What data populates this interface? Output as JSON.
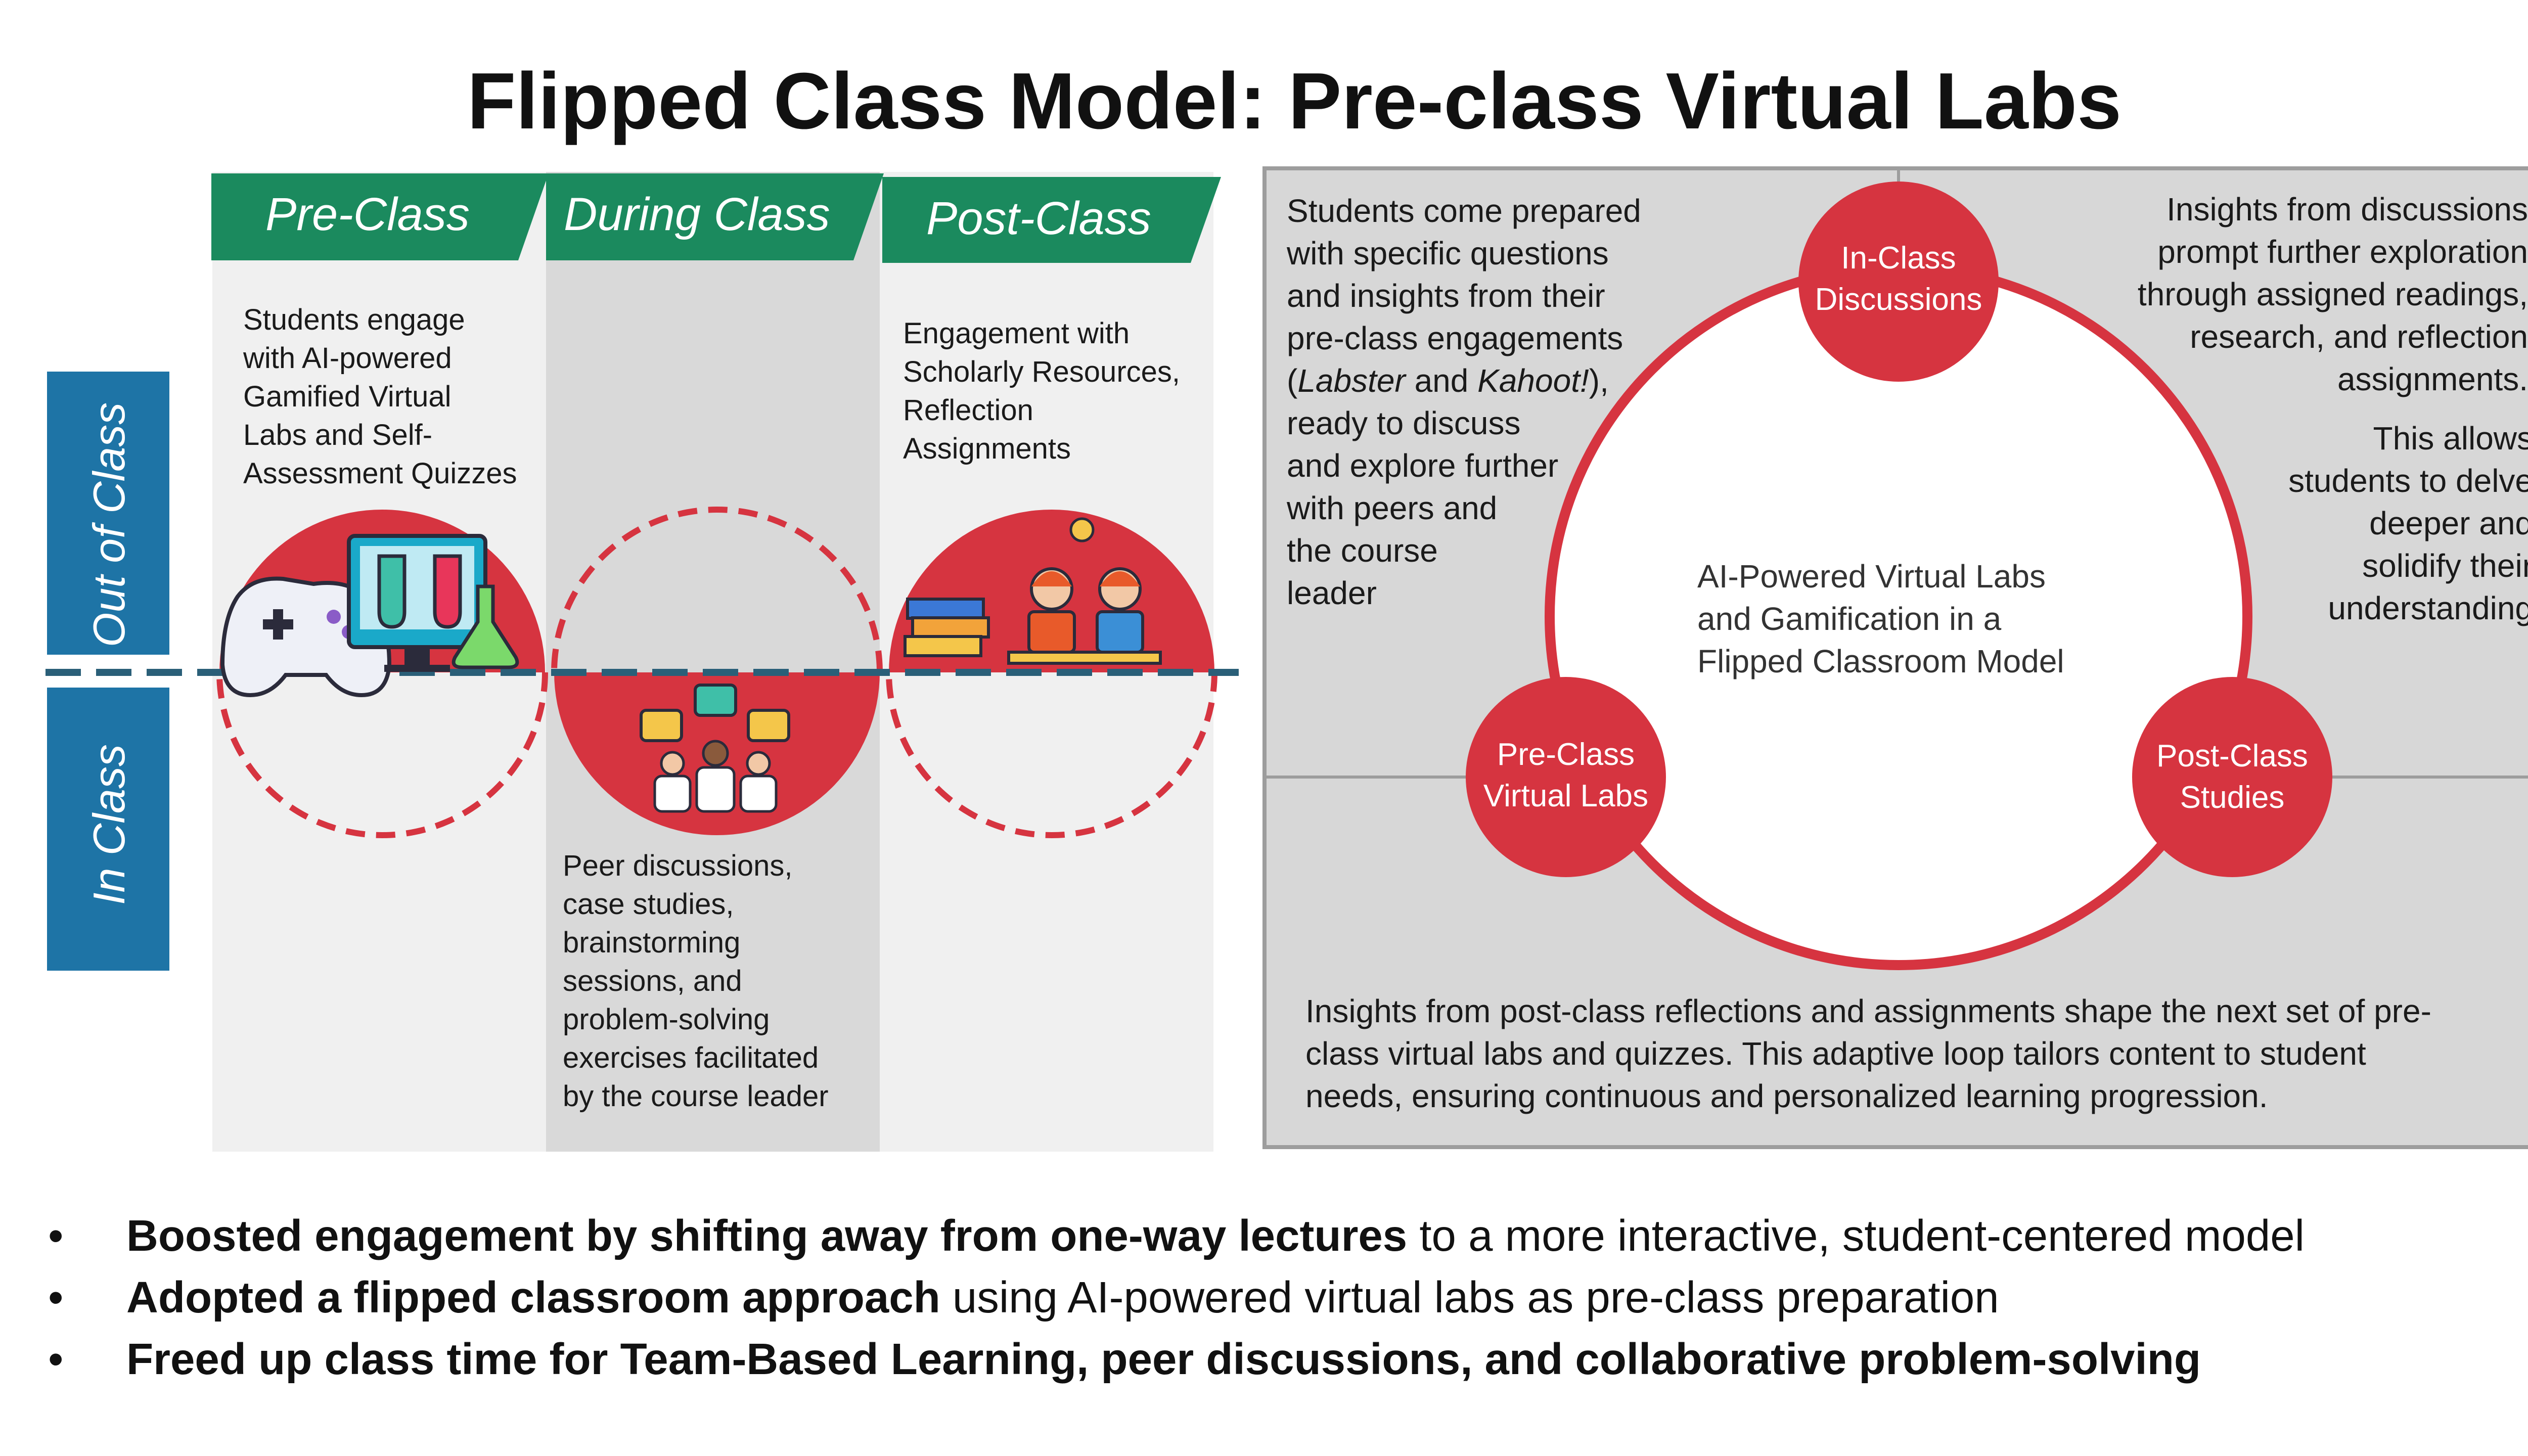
{
  "title": "Flipped Class Model: Pre-class Virtual Labs",
  "side_labels": {
    "out_of_class": "Out of Class",
    "in_class": "In Class"
  },
  "phases": [
    {
      "header": "Pre-Class",
      "description": [
        "Students engage",
        "with AI-powered",
        "Gamified Virtual",
        "Labs and Self-",
        "Assessment Quizzes"
      ]
    },
    {
      "header": "During Class",
      "description": [
        "Peer discussions,",
        "case studies,",
        "brainstorming",
        "sessions, and",
        "problem-solving",
        "exercises facilitated",
        "by the course leader"
      ]
    },
    {
      "header": "Post-Class",
      "description": [
        "Engagement with",
        "Scholarly Resources,",
        "Reflection",
        "Assignments"
      ]
    }
  ],
  "cycle": {
    "center_text": [
      "AI-Powered Virtual Labs",
      "and Gamification in a",
      "Flipped Classroom Model"
    ],
    "nodes": {
      "in_class": [
        "In-Class",
        "Discussions"
      ],
      "pre_class": [
        "Pre-Class",
        "Virtual Labs"
      ],
      "post_class": [
        "Post-Class",
        "Studies"
      ]
    },
    "top_left_text": {
      "line1": "Students come prepared",
      "line2": "with specific questions",
      "line3": "and insights from their",
      "line4": "pre-class engagements",
      "line5_open": "(",
      "labster": "Labster",
      "line5_and": " and ",
      "kahoot": "Kahoot!",
      "line5_close": "),",
      "line6": "ready to discuss",
      "line7": "and explore further",
      "line8": "with peers and",
      "line9": "the course",
      "line10": "leader"
    },
    "top_right_text": [
      "Insights from discussions",
      "prompt further exploration",
      "through assigned readings,",
      "research, and reflection",
      "assignments."
    ],
    "right_text": [
      "This allows",
      "students to delve",
      "deeper and",
      "solidify their",
      "understanding"
    ],
    "bottom_text": [
      "Insights from post-class reflections and assignments shape the next set of pre-",
      "class virtual labs and quizzes. This adaptive loop tailors content to student",
      "needs, ensuring continuous and personalized learning progression."
    ]
  },
  "bullets": [
    {
      "bold": "Boosted engagement by shifting away from one-way lectures",
      "rest": " to a more interactive, student-centered model"
    },
    {
      "bold": "Adopted a flipped classroom approach",
      "rest": " using AI-powered virtual labs as pre-class preparation"
    },
    {
      "bold": "Freed up class time for Team-Based Learning, peer discussions, and collaborative problem-solving",
      "rest": ""
    }
  ],
  "bullet_symbol": "•",
  "colors": {
    "header_green": "#1b8a5e",
    "accent_red": "#d63440",
    "side_blue": "#1e74a6",
    "divider_teal": "#2a5f78"
  }
}
